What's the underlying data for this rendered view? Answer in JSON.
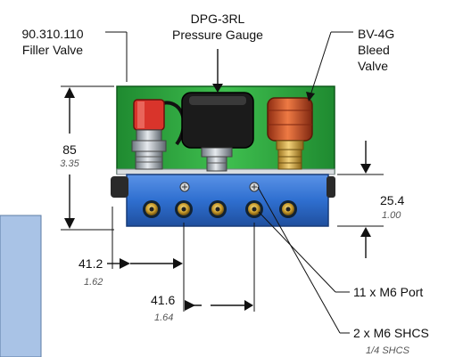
{
  "labels": {
    "filler_part": "90.310.110",
    "filler_name": "Filler Valve",
    "gauge_part": "DPG-3RL",
    "gauge_name": "Pressure Gauge",
    "bleed_part": "BV-4G",
    "bleed_name_1": "Bleed",
    "bleed_name_2": "Valve",
    "port_callout": "11 x M6 Port",
    "shcs_callout": "2 x M6 SHCS",
    "shcs_sub": "1/4 SHCS"
  },
  "dimensions": {
    "height_mm": "85",
    "height_in": "3.35",
    "block_mm": "25.4",
    "block_in": "1.00",
    "offset_mm": "41.2",
    "offset_in": "1.62",
    "pitch_mm": "41.6",
    "pitch_in": "1.64"
  },
  "colors": {
    "panel_green": "#2aa33c",
    "manifold_blue": "#2f6fd0",
    "valve_red": "#d9342b",
    "valve_orange": "#d8562a",
    "brass": "#e0b44a",
    "side_box": "#a9c3e6"
  }
}
